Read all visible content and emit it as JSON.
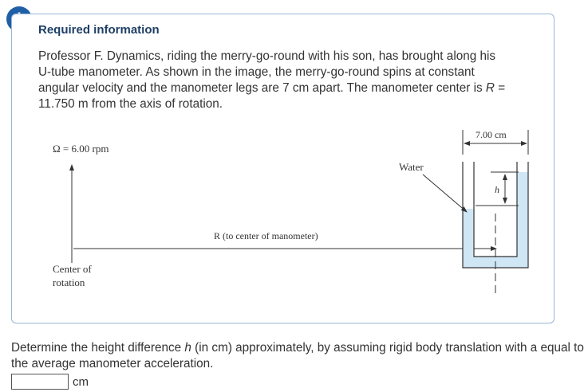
{
  "alert": {
    "symbol": "!"
  },
  "card": {
    "title": "Required information",
    "text_part1": "Professor F. Dynamics, riding the merry-go-round with his son, has brought along his U-tube manometer. As shown in the image, the merry-go-round spins at constant angular velocity and the manometer legs are 7 cm apart. The manometer center is ",
    "text_var": "R",
    "text_part2": " = 11.750 m from the axis of rotation."
  },
  "figure": {
    "omega_label": "Ω = 6.00 rpm",
    "width_label": "7.00 cm",
    "water_label": "Water",
    "h_label": "h",
    "r_label": "R (to center of manometer)",
    "center_label_line1": "Center of",
    "center_label_line2": "rotation",
    "water_color": "#cfe6f5"
  },
  "question": {
    "text_part1": "Determine the height difference ",
    "text_var": "h",
    "text_part2": " (in cm) approximately, by assuming rigid body translation with a equal to the average manometer acceleration."
  },
  "answer": {
    "value": "",
    "unit": "cm"
  }
}
